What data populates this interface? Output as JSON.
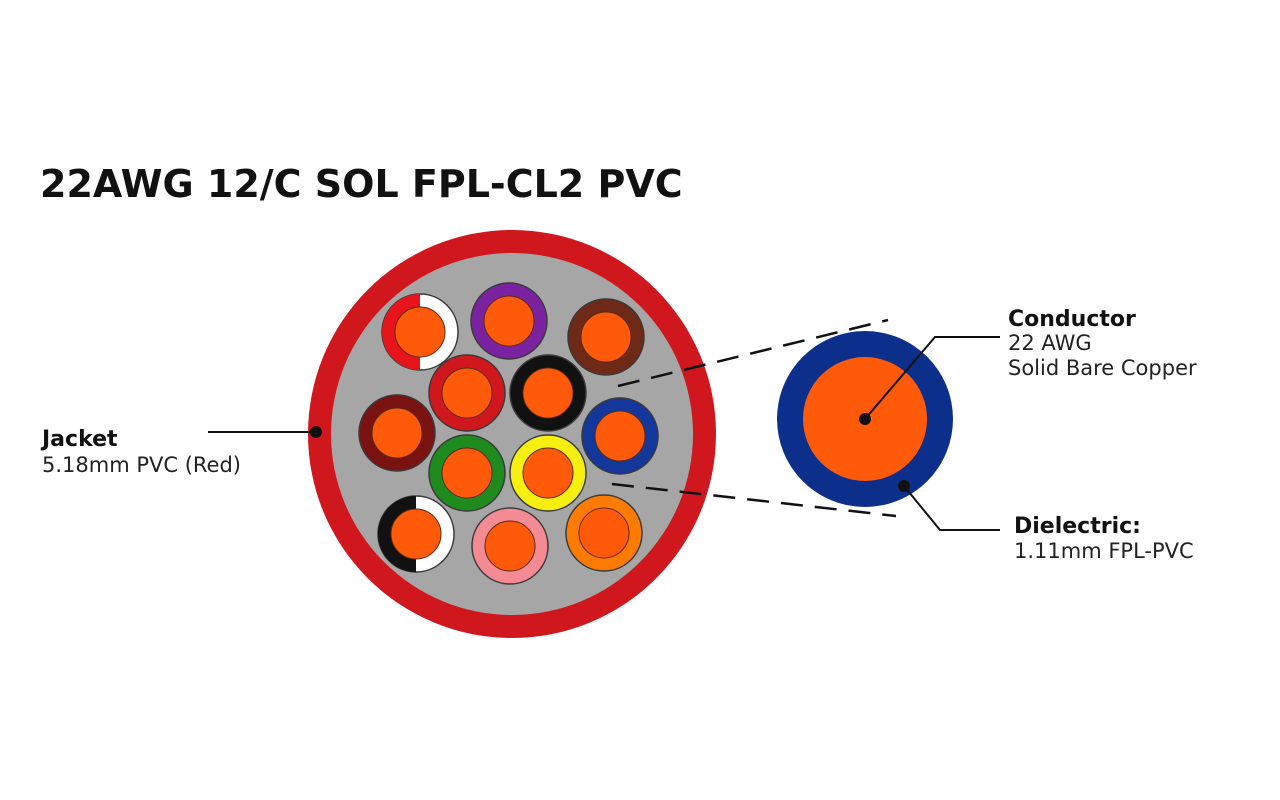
{
  "title": "22AWG 12/C SOL FPL-CL2 PVC",
  "labels": {
    "jacket": {
      "heading": "Jacket",
      "detail": "5.18mm PVC (Red)"
    },
    "conductor": {
      "heading": "Conductor",
      "line1": "22 AWG",
      "line2": "Solid Bare Copper"
    },
    "dielectric": {
      "heading": "Dielectric:",
      "detail": "1.11mm  FPL-PVC"
    }
  },
  "colors": {
    "jacket": "#d0171e",
    "filler": "#a6a6a6",
    "copper": "#ff5a0a",
    "dielectric": "#0c2f8c",
    "leader": "#111111"
  },
  "conductors": [
    {
      "name": "white-red",
      "color": "#ffffff",
      "stripe": "#e8141c"
    },
    {
      "name": "violet",
      "color": "#7b22a0"
    },
    {
      "name": "brown",
      "color": "#6e2a16"
    },
    {
      "name": "red",
      "color": "#d0171e"
    },
    {
      "name": "black",
      "color": "#111111"
    },
    {
      "name": "maroon",
      "color": "#7a1212"
    },
    {
      "name": "blue",
      "color": "#13379a"
    },
    {
      "name": "green",
      "color": "#1f8a1d"
    },
    {
      "name": "yellow",
      "color": "#f6ef10"
    },
    {
      "name": "white-black",
      "color": "#ffffff",
      "stripe": "#111111"
    },
    {
      "name": "pink",
      "color": "#f48a94"
    },
    {
      "name": "orange",
      "color": "#ff7b00"
    }
  ]
}
